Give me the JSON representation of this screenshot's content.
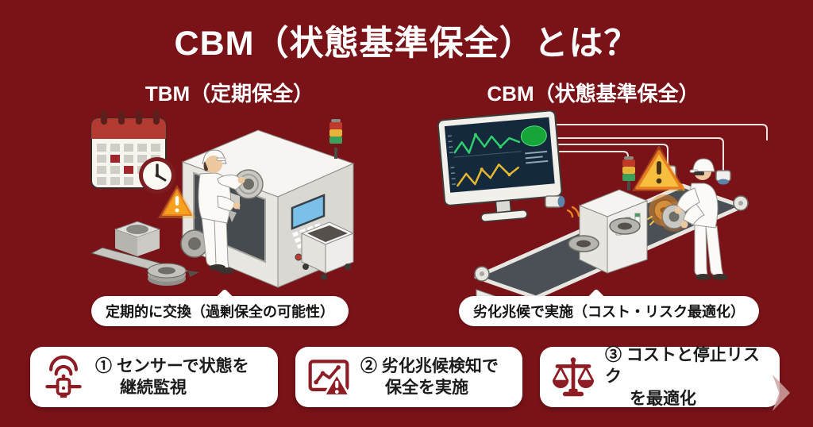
{
  "title": "CBM（状態基準保全）とは？",
  "panels": {
    "tbm": {
      "heading": "TBM（定期保全）",
      "caption": "定期的に交換（過剰保全の可能性）",
      "icons": [
        "calendar-icon",
        "clock-icon",
        "warning-triangle-icon",
        "cnc-machine",
        "worker-figure",
        "machine-parts-pile",
        "stack-light-icon"
      ]
    },
    "cbm": {
      "heading": "CBM（状態基準保全）",
      "caption": "劣化兆候で実施（コスト・リスク最適化）",
      "icons": [
        "monitor-dashboard-icon",
        "connection-wires",
        "signal-sensor-icon",
        "warning-triangle-icon",
        "conveyor-machine",
        "worker-figure",
        "stack-light-icon"
      ]
    }
  },
  "steps": [
    {
      "icon": "sensor-wifi-icon",
      "line1": "① センサーで状態を",
      "line2": "継続監視"
    },
    {
      "icon": "chart-alert-icon",
      "line1": "② 劣化兆候検知で",
      "line2": "保全を実施"
    },
    {
      "icon": "balance-scale-icon",
      "line1": "③ コストと停止リスク",
      "line2": "を最適化"
    }
  ],
  "colors": {
    "background": "#7a1318",
    "card_background": "#ffffff",
    "icon_red": "#8e1c24",
    "text_dark": "#1b1b1b",
    "warning_orange": "#f6a21e",
    "warning_yellow": "#f7bf3e",
    "chart_green": "#2fcf6e",
    "chart_yellow": "#e6b832",
    "next_arrow": "#cfa3a2"
  }
}
